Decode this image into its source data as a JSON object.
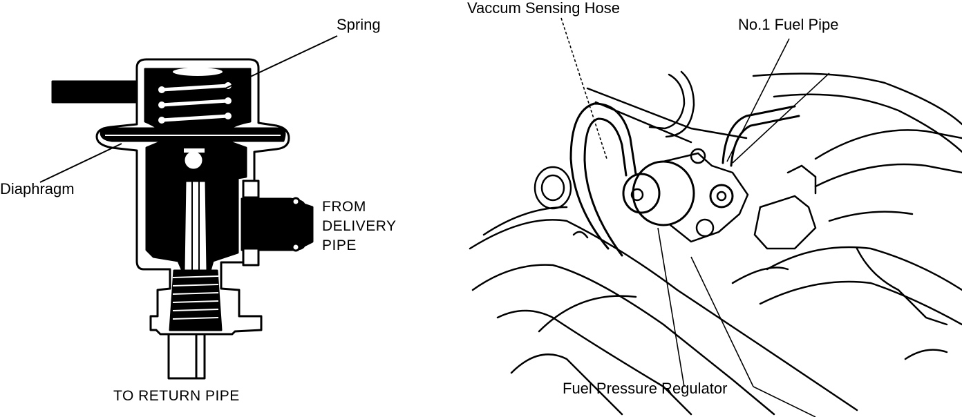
{
  "left_figure": {
    "labels": {
      "spring": "Spring",
      "diaphragm": "Diaphragm",
      "from_delivery_pipe_1": "FROM",
      "from_delivery_pipe_2": "DELIVERY",
      "from_delivery_pipe_3": "PIPE",
      "to_return_pipe": "TO RETURN PIPE"
    }
  },
  "right_figure": {
    "labels": {
      "vacuum_hose": "Vaccum Sensing Hose",
      "fuel_pipe": "No.1 Fuel Pipe",
      "regulator": "Fuel Pressure Regulator"
    }
  },
  "colors": {
    "ink": "#000000",
    "paper": "#ffffff"
  }
}
